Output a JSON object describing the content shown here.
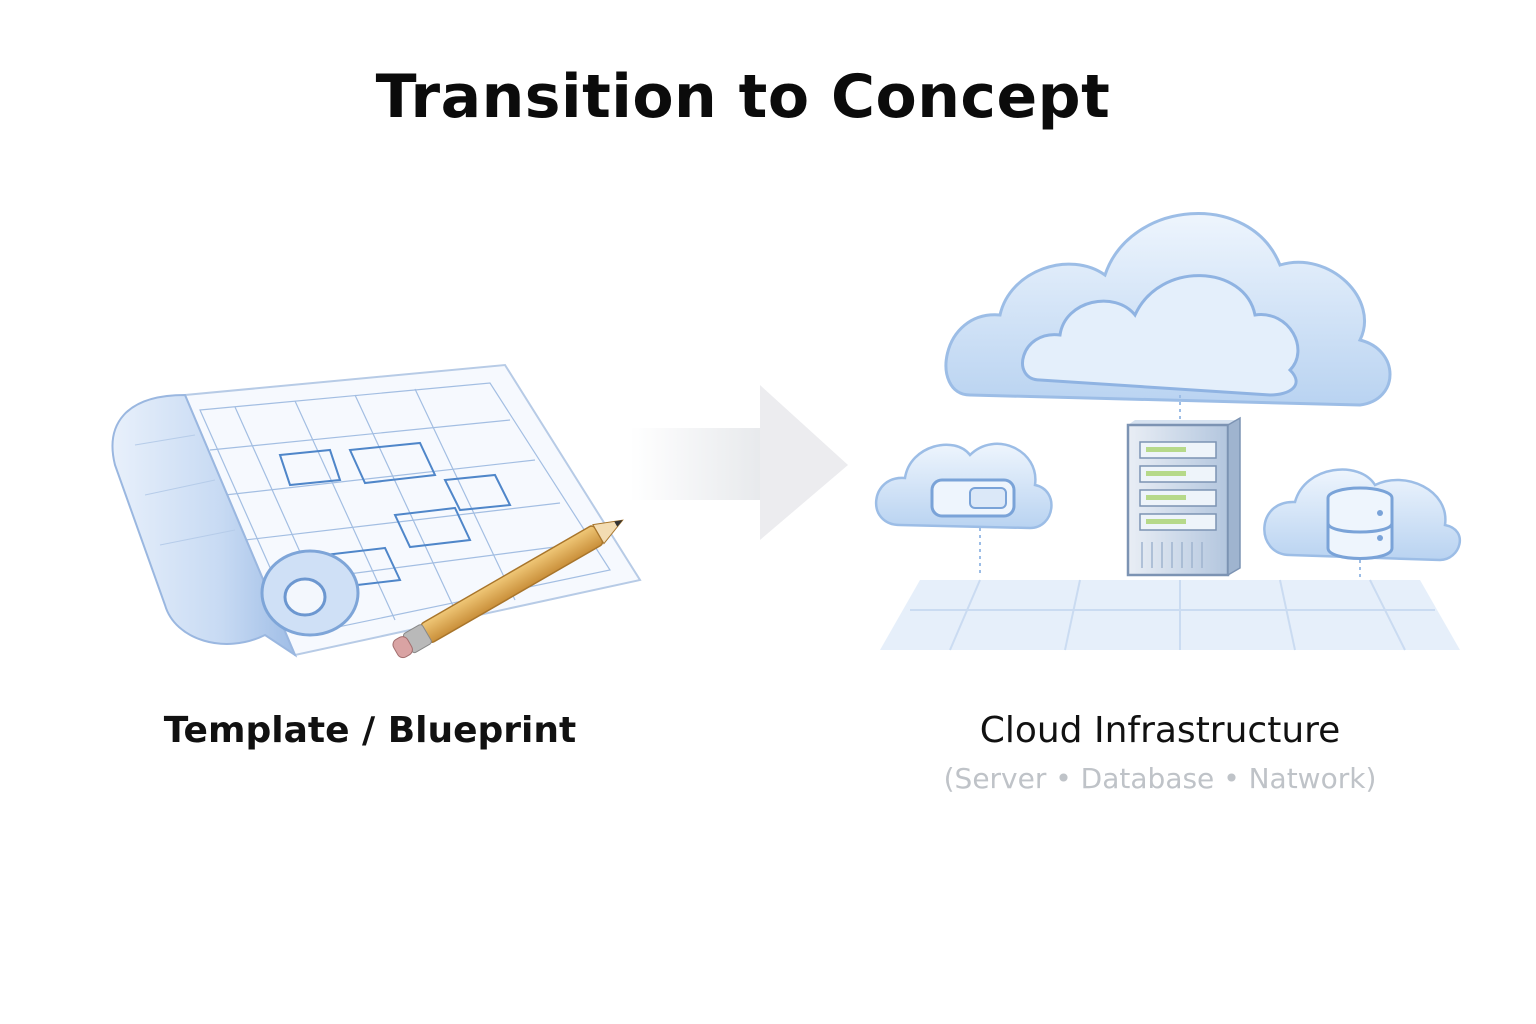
{
  "title": "Transition to Concept",
  "left": {
    "label": "Template / Blueprint",
    "icon": "blueprint-with-pencil-icon"
  },
  "arrow": {
    "icon": "right-arrow-icon"
  },
  "right": {
    "label": "Cloud Infrastructure",
    "sublabel": "(Server • Database • Natwork)",
    "icon": "cloud-infrastructure-icon"
  },
  "colors": {
    "accent_blue": "#a9c9ee",
    "line_blue": "#5b8fd0",
    "pencil": "#e0b25c",
    "sublabel_gray": "#bfc3c8"
  }
}
